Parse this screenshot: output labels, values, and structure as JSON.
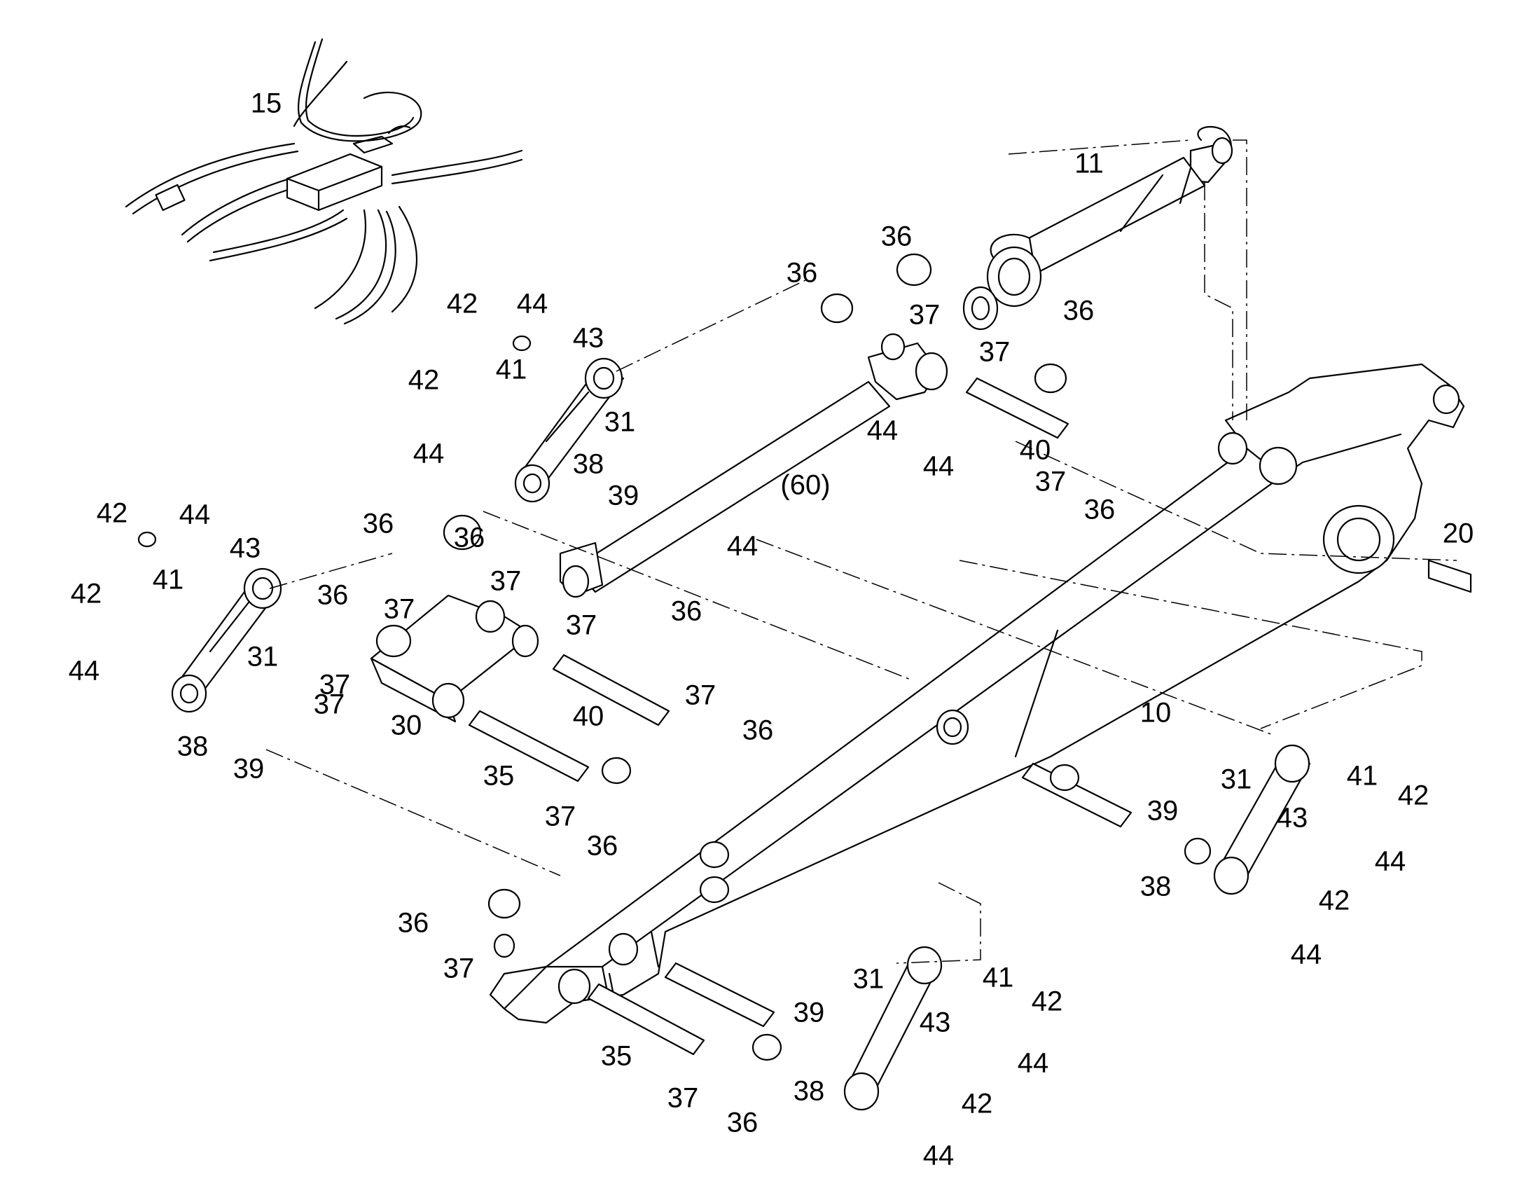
{
  "diagram": {
    "labels": [
      "15",
      "11",
      "36",
      "36",
      "37",
      "37",
      "36",
      "42",
      "44",
      "43",
      "41",
      "31",
      "42",
      "44",
      "38",
      "39",
      "44",
      "44",
      "40",
      "37",
      "36",
      "(60)",
      "44",
      "20",
      "42",
      "44",
      "43",
      "41",
      "31",
      "42",
      "44",
      "38",
      "39",
      "36",
      "37",
      "36",
      "37",
      "37",
      "37",
      "36",
      "36",
      "37",
      "30",
      "40",
      "37",
      "36",
      "35",
      "37",
      "36",
      "10",
      "31",
      "41",
      "42",
      "43",
      "44",
      "39",
      "38",
      "42",
      "44",
      "36",
      "37",
      "35",
      "37",
      "36",
      "39",
      "38",
      "31",
      "43",
      "41",
      "42",
      "42",
      "44",
      "44"
    ]
  },
  "colors": {
    "line": "#000000",
    "background": "#ffffff"
  }
}
